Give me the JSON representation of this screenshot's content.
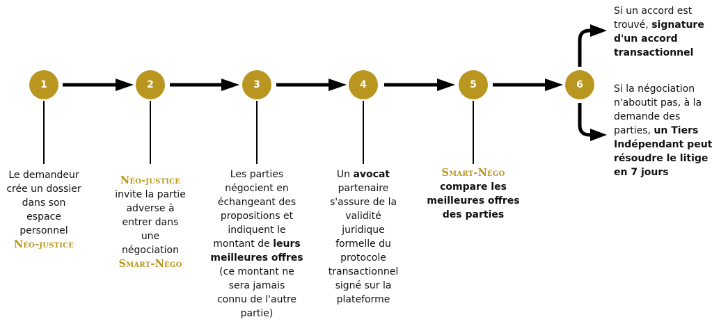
{
  "colors": {
    "gold": "#b8961f",
    "black": "#000000"
  },
  "steps": [
    {
      "number": "1",
      "lines": [
        [
          {
            "t": "Le demandeur"
          }
        ],
        [
          {
            "t": "crée un dossier"
          }
        ],
        [
          {
            "t": "dans son"
          }
        ],
        [
          {
            "t": "espace"
          }
        ],
        [
          {
            "t": "personnel"
          }
        ],
        [
          {
            "t": "Néo-justice",
            "s": "brand"
          }
        ]
      ]
    },
    {
      "number": "2",
      "lines": [
        [
          {
            "t": "Néo-justice",
            "s": "brand"
          }
        ],
        [
          {
            "t": "invite la partie"
          }
        ],
        [
          {
            "t": "adverse à"
          }
        ],
        [
          {
            "t": "entrer dans"
          }
        ],
        [
          {
            "t": "une"
          }
        ],
        [
          {
            "t": "négociation"
          }
        ],
        [
          {
            "t": "Smart-Négo",
            "s": "brand"
          }
        ]
      ]
    },
    {
      "number": "3",
      "lines": [
        [
          {
            "t": "Les parties"
          }
        ],
        [
          {
            "t": "négocient en"
          }
        ],
        [
          {
            "t": "échangeant des"
          }
        ],
        [
          {
            "t": "propositions et"
          }
        ],
        [
          {
            "t": "indiquent le"
          }
        ],
        [
          {
            "t": "montant de "
          },
          {
            "t": "leurs",
            "s": "bold"
          }
        ],
        [
          {
            "t": "meilleures offres",
            "s": "bold"
          }
        ],
        [
          {
            "t": "(ce montant ne"
          }
        ],
        [
          {
            "t": "sera jamais"
          }
        ],
        [
          {
            "t": "connu de l'autre"
          }
        ],
        [
          {
            "t": "partie)"
          }
        ]
      ]
    },
    {
      "number": "4",
      "lines": [
        [
          {
            "t": "Un "
          },
          {
            "t": "avocat",
            "s": "bold"
          }
        ],
        [
          {
            "t": "partenaire"
          }
        ],
        [
          {
            "t": "s'assure de la"
          }
        ],
        [
          {
            "t": "validité"
          }
        ],
        [
          {
            "t": "juridique"
          }
        ],
        [
          {
            "t": "formelle du"
          }
        ],
        [
          {
            "t": "protocole"
          }
        ],
        [
          {
            "t": "transactionnel"
          }
        ],
        [
          {
            "t": "signé sur la"
          }
        ],
        [
          {
            "t": "plateforme"
          }
        ]
      ]
    },
    {
      "number": "5",
      "lines": [
        [
          {
            "t": "Smart-Négo",
            "s": "brand"
          }
        ],
        [
          {
            "t": "compare les",
            "s": "bold"
          }
        ],
        [
          {
            "t": "meilleures offres",
            "s": "bold"
          }
        ],
        [
          {
            "t": "des parties",
            "s": "bold"
          }
        ]
      ]
    },
    {
      "number": "6",
      "lines": []
    }
  ],
  "outcomes": {
    "success": [
      [
        {
          "t": "Si un accord est"
        }
      ],
      [
        {
          "t": "trouvé, "
        },
        {
          "t": "signature",
          "s": "bold"
        }
      ],
      [
        {
          "t": "d'un accord",
          "s": "bold"
        }
      ],
      [
        {
          "t": "transactionnel",
          "s": "bold"
        }
      ]
    ],
    "failure": [
      [
        {
          "t": "Si la négociation"
        }
      ],
      [
        {
          "t": "n'aboutit pas, à la"
        }
      ],
      [
        {
          "t": "demande des"
        }
      ],
      [
        {
          "t": "parties, "
        },
        {
          "t": "un Tiers",
          "s": "bold"
        }
      ],
      [
        {
          "t": "Indépendant peut",
          "s": "bold"
        }
      ],
      [
        {
          "t": "résoudre le litige",
          "s": "bold"
        }
      ],
      [
        {
          "t": "en 7 jours",
          "s": "bold"
        }
      ]
    ]
  }
}
